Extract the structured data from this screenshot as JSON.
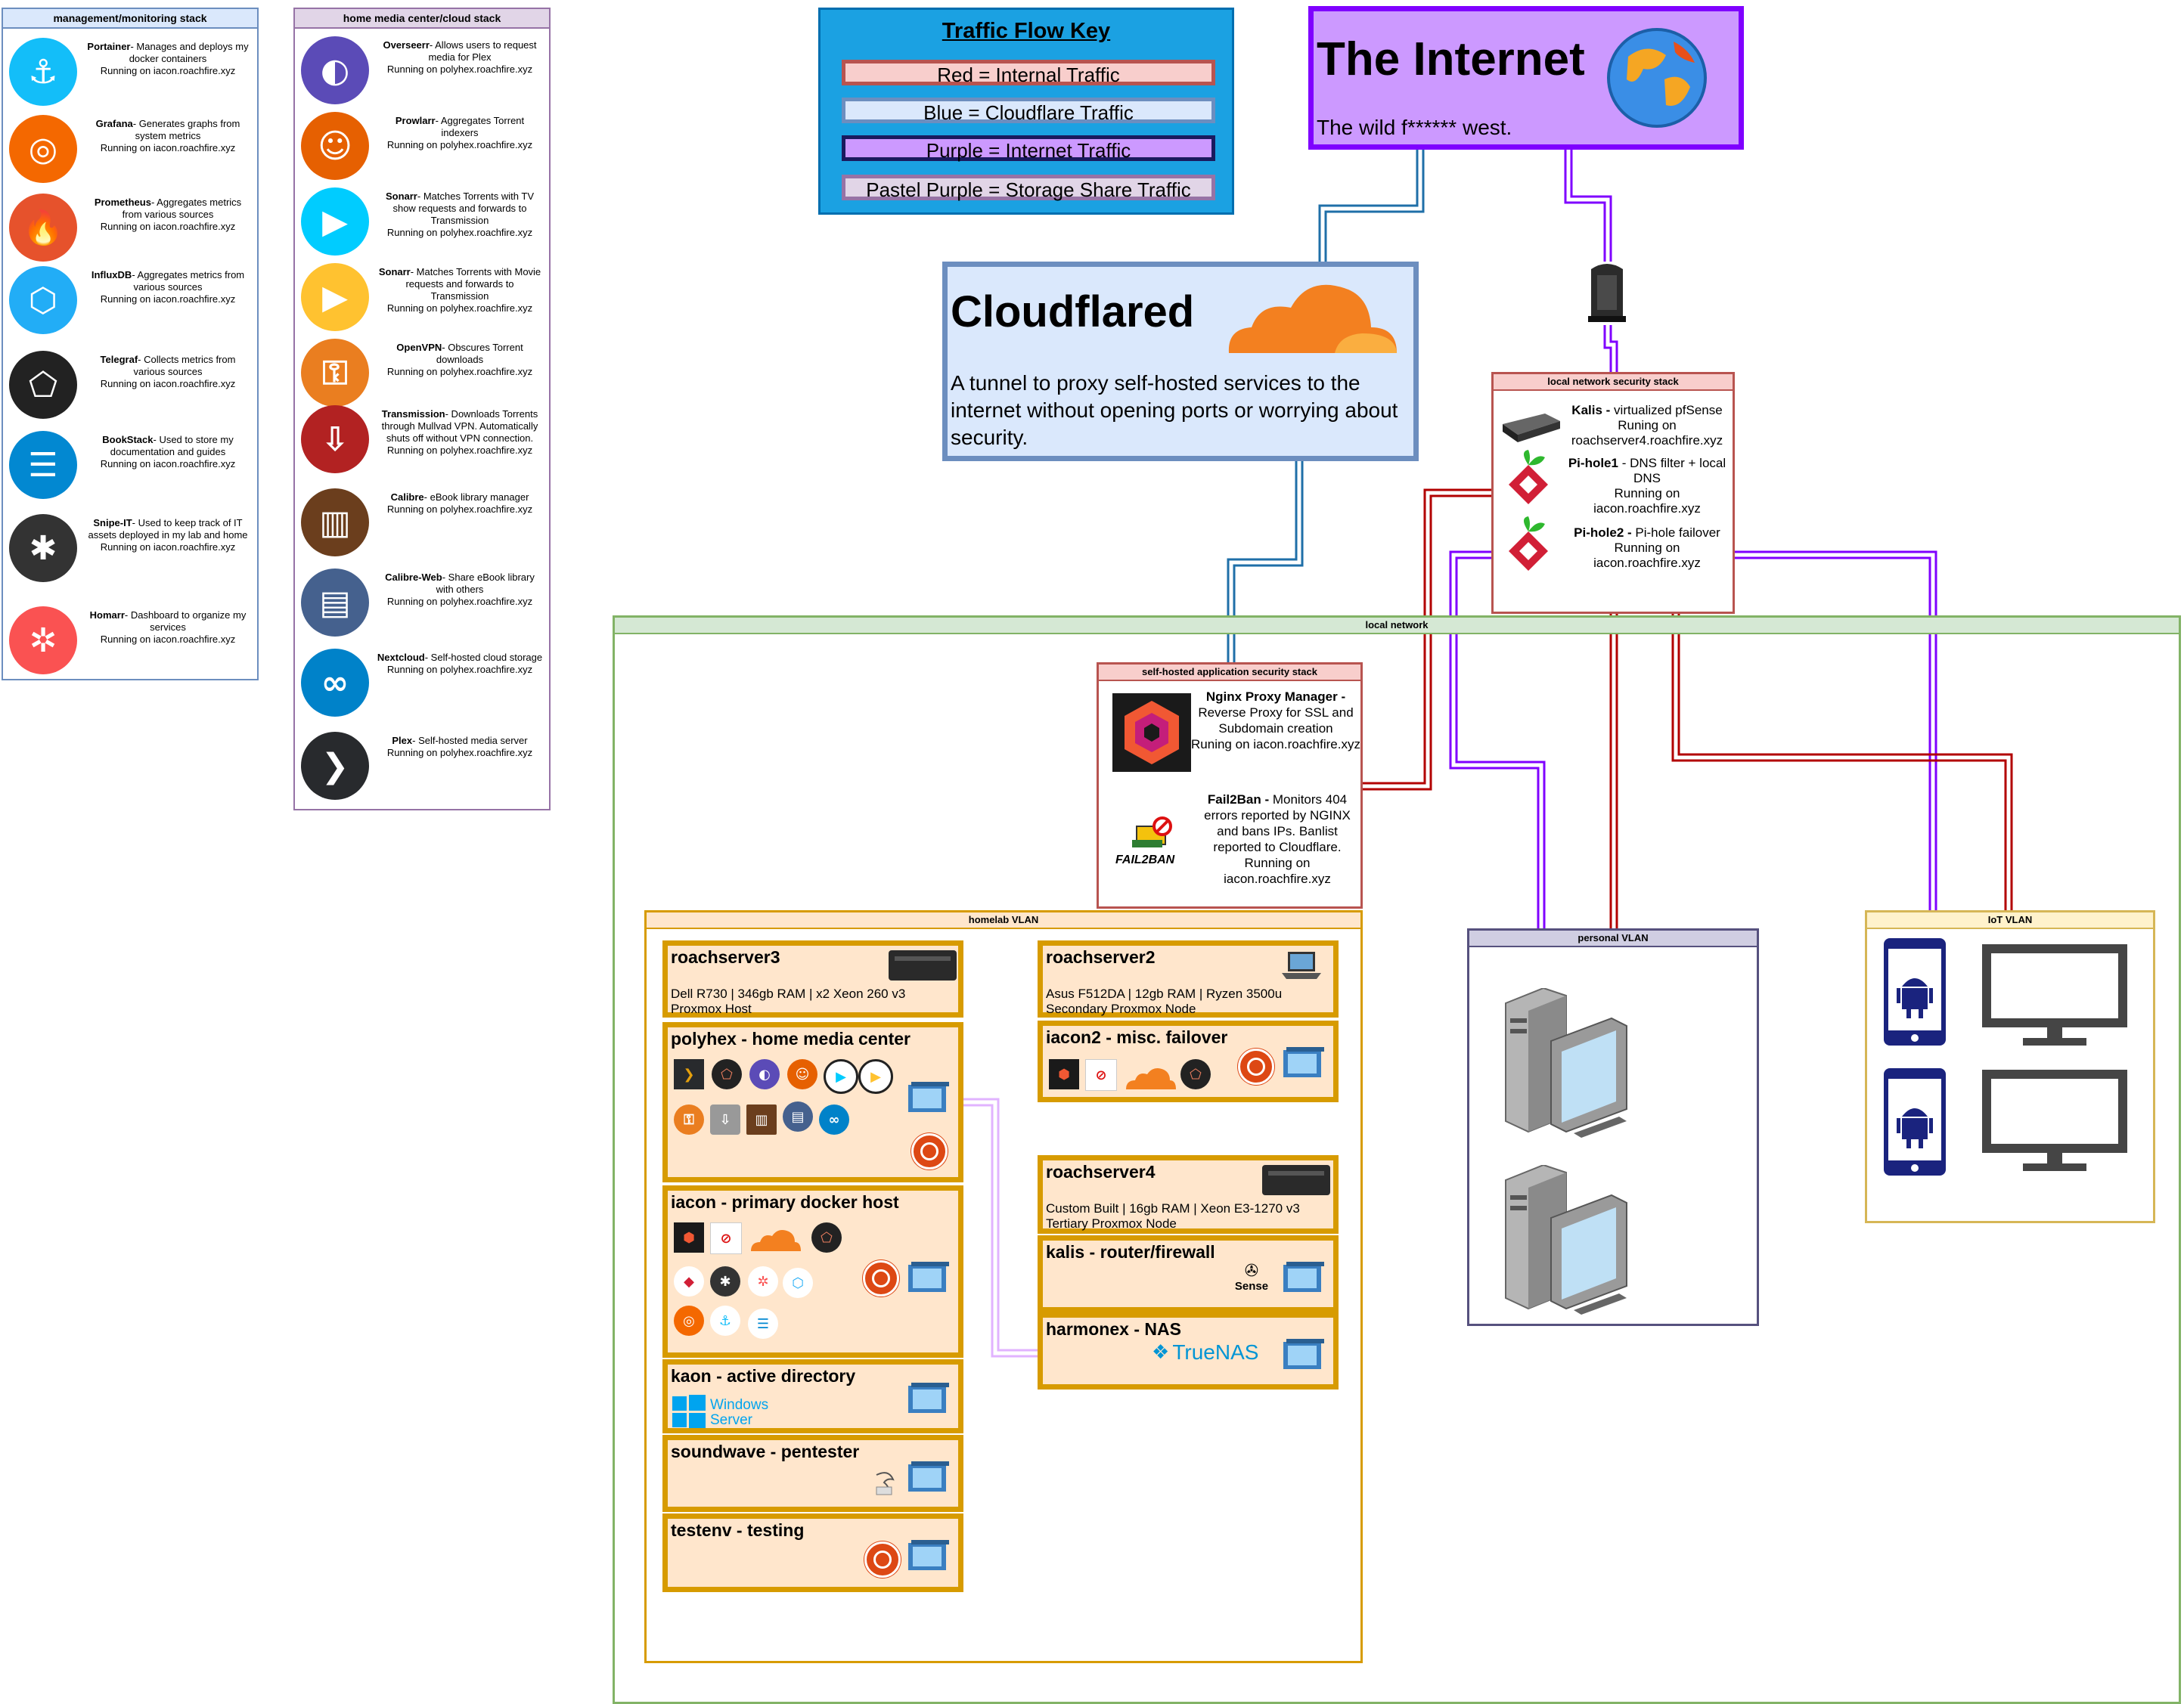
{
  "colors": {
    "internal": "#b20000",
    "cloudflare": "#1f6fa8",
    "internet": "#7f00ff",
    "storage": "#e1b3ff"
  },
  "monitoring": {
    "title": "management/monitoring stack",
    "items": [
      {
        "name": "Portainer",
        "desc": "- Manages and deploys my docker containers",
        "run": "Running on iacon.roachfire.xyz",
        "icon": "portainer-icon",
        "color": "#13bef9",
        "glyph": "⚓"
      },
      {
        "name": "Grafana",
        "desc": "- Generates graphs from system metrics",
        "run": "Running on iacon.roachfire.xyz",
        "icon": "grafana-icon",
        "color": "#f46800",
        "glyph": "◎"
      },
      {
        "name": "Prometheus",
        "desc": "- Aggregates metrics from various sources",
        "run": "Running on iacon.roachfire.xyz",
        "icon": "prometheus-icon",
        "color": "#e6522c",
        "glyph": "🔥"
      },
      {
        "name": "InfluxDB",
        "desc": "- Aggregates metrics from various sources",
        "run": "Running on iacon.roachfire.xyz",
        "icon": "influxdb-icon",
        "color": "#22adf6",
        "glyph": "⬡"
      },
      {
        "name": "Telegraf",
        "desc": "- Collects metrics from various sources",
        "run": "Running on iacon.roachfire.xyz",
        "icon": "telegraf-icon",
        "color": "#222222",
        "glyph": "⬠"
      },
      {
        "name": "BookStack",
        "desc": "- Used to store my documentation and guides",
        "run": "Running on iacon.roachfire.xyz",
        "icon": "bookstack-icon",
        "color": "#0288d1",
        "glyph": "☰"
      },
      {
        "name": "Snipe-IT",
        "desc": "- Used to keep track of IT assets deployed in my lab and home",
        "run": "Running on iacon.roachfire.xyz",
        "icon": "snipe-it-icon",
        "color": "#333333",
        "glyph": "✱"
      },
      {
        "name": "Homarr",
        "desc": "- Dashboard to organize my services",
        "run": "Running on iacon.roachfire.xyz",
        "icon": "homarr-icon",
        "color": "#fa5252",
        "glyph": "✲"
      }
    ]
  },
  "media": {
    "title": "home media center/cloud stack",
    "items": [
      {
        "name": "Overseerr",
        "desc": "- Allows users to request media for Plex",
        "run": "Running on polyhex.roachfire.xyz",
        "icon": "overseerr-icon",
        "color": "#5b4bb7",
        "glyph": "◐"
      },
      {
        "name": "Prowlarr",
        "desc": "- Aggregates Torrent indexers",
        "run": "Running on polyhex.roachfire.xyz",
        "icon": "prowlarr-icon",
        "color": "#e66001",
        "glyph": "☺"
      },
      {
        "name": "Sonarr",
        "desc": "- Matches Torrents with TV show requests and forwards to Transmission",
        "run": "Running on polyhex.roachfire.xyz",
        "icon": "sonarr-icon",
        "color": "#00ccff",
        "glyph": "▶"
      },
      {
        "name": "Sonarr",
        "desc": "- Matches Torrents with Movie requests and forwards to Transmission",
        "run": "Running on polyhex.roachfire.xyz",
        "icon": "radarr-icon",
        "color": "#ffc230",
        "glyph": "▶"
      },
      {
        "name": "OpenVPN",
        "desc": "- Obscures Torrent downloads",
        "run": "Running on polyhex.roachfire.xyz",
        "icon": "openvpn-icon",
        "color": "#ea7e20",
        "glyph": "⚿"
      },
      {
        "name": "Transmission",
        "desc": "- Downloads Torrents through Mullvad VPN. Automatically shuts off without VPN connection.",
        "run": "Running on polyhex.roachfire.xyz",
        "icon": "transmission-icon",
        "color": "#b22222",
        "glyph": "⇩"
      },
      {
        "name": "Calibre",
        "desc": "- eBook library manager",
        "run": "Running on polyhex.roachfire.xyz",
        "icon": "calibre-icon",
        "color": "#6b3e1d",
        "glyph": "▥"
      },
      {
        "name": "Calibre-Web",
        "desc": "- Share eBook library with others",
        "run": "Running on polyhex.roachfire.xyz",
        "icon": "calibre-web-icon",
        "color": "#45618e",
        "glyph": "▤"
      },
      {
        "name": "Nextcloud",
        "desc": "- Self-hosted cloud storage",
        "run": "Running on polyhex.roachfire.xyz",
        "icon": "nextcloud-icon",
        "color": "#0082c9",
        "glyph": "∞"
      },
      {
        "name": "Plex",
        "desc": "- Self-hosted media server",
        "run": "Running on polyhex.roachfire.xyz",
        "icon": "plex-icon",
        "color": "#282a2d",
        "glyph": "❯"
      }
    ]
  },
  "key": {
    "title": "Traffic Flow Key",
    "red": "Red = Internal Traffic",
    "blue": "Blue = Cloudflare Traffic",
    "purple": "Purple = Internet Traffic",
    "pastel": "Pastel Purple = Storage Share Traffic"
  },
  "internet": {
    "title": "The Internet",
    "subtitle": "The wild f****** west.",
    "icon": "globe-icon"
  },
  "cloudflared": {
    "title": "Cloudflared",
    "desc": "A tunnel to proxy self-hosted services to the internet without opening ports or worrying about security.",
    "icon": "cloudflare-icon"
  },
  "netsec": {
    "title": "local network security stack",
    "kalis_name": "Kalis -",
    "kalis_desc": " virtualized pfSense",
    "kalis_run": "Runing on roachserver4.roachfire.xyz",
    "ph1_name": "Pi-hole1",
    "ph1_desc": " - DNS filter + local DNS",
    "ph1_run": "Running on iacon.roachfire.xyz",
    "ph2_name": "Pi-hole2 -",
    "ph2_desc": " Pi-hole failover",
    "ph2_run": "Running on iacon.roachfire.xyz"
  },
  "appsec": {
    "title": "self-hosted application security stack",
    "npm_name": "Nginx Proxy Manager -",
    "npm_desc": "Reverse Proxy for SSL and Subdomain creation",
    "npm_run": "Runing on iacon.roachfire.xyz",
    "f2b_name": "Fail2Ban -",
    "f2b_desc": " Monitors 404 errors reported by NGINX and bans IPs. Banlist reported to Cloudflare.",
    "f2b_run": "Running on iacon.roachfire.xyz",
    "f2b_logo": "FAIL2BAN"
  },
  "regions": {
    "local": "local network",
    "homelab": "homelab VLAN",
    "personal": "personal VLAN",
    "iot": "IoT VLAN"
  },
  "servers": {
    "rs3_name": "roachserver3",
    "rs3_spec1": "Dell R730 | 346gb RAM | x2 Xeon 260 v3",
    "rs3_spec2": "Proxmox Host",
    "polyhex": "polyhex - home media center",
    "iacon": "iacon - primary docker host",
    "kaon": "kaon - active directory",
    "kaon_logo1": "Windows",
    "kaon_logo2": "Server",
    "soundwave": "soundwave - pentester",
    "testenv": "testenv - testing",
    "rs2_name": "roachserver2",
    "rs2_spec1": "Asus F512DA | 12gb RAM | Ryzen 3500u",
    "rs2_spec2": "Secondary Proxmox Node",
    "iacon2": "iacon2 - misc. failover",
    "rs4_name": "roachserver4",
    "rs4_spec1": "Custom Built | 16gb RAM | Xeon  E3-1270 v3",
    "rs4_spec2": "Tertiary Proxmox Node",
    "kalis": "kalis - router/firewall",
    "kalis_logo": "Sense",
    "harmonex": "harmonex - NAS",
    "harmonex_logo": "TrueNAS"
  }
}
